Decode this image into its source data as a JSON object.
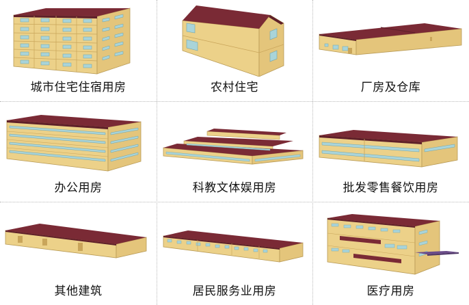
{
  "colors": {
    "wall": "#ecd189",
    "wall_side": "#d9b86a",
    "wall_dark": "#c9a55a",
    "roof": "#7a2a35",
    "roof_dark": "#5e1f29",
    "window": "#a9d4d9",
    "window_edge": "#6fa4ad",
    "divider": "#b9b9b9"
  },
  "categories": [
    {
      "label": "城市住宅住宿用房",
      "icon": "urban-residential-building-icon"
    },
    {
      "label": "农村住宅",
      "icon": "rural-house-icon"
    },
    {
      "label": "厂房及仓库",
      "icon": "factory-warehouse-icon"
    },
    {
      "label": "办公用房",
      "icon": "office-building-icon"
    },
    {
      "label": "科教文体娱用房",
      "icon": "education-culture-building-icon"
    },
    {
      "label": "批发零售餐饮用房",
      "icon": "retail-dining-building-icon"
    },
    {
      "label": "其他建筑",
      "icon": "other-building-icon"
    },
    {
      "label": "居民服务业用房",
      "icon": "resident-service-building-icon"
    },
    {
      "label": "医疗用房",
      "icon": "medical-building-icon"
    }
  ]
}
